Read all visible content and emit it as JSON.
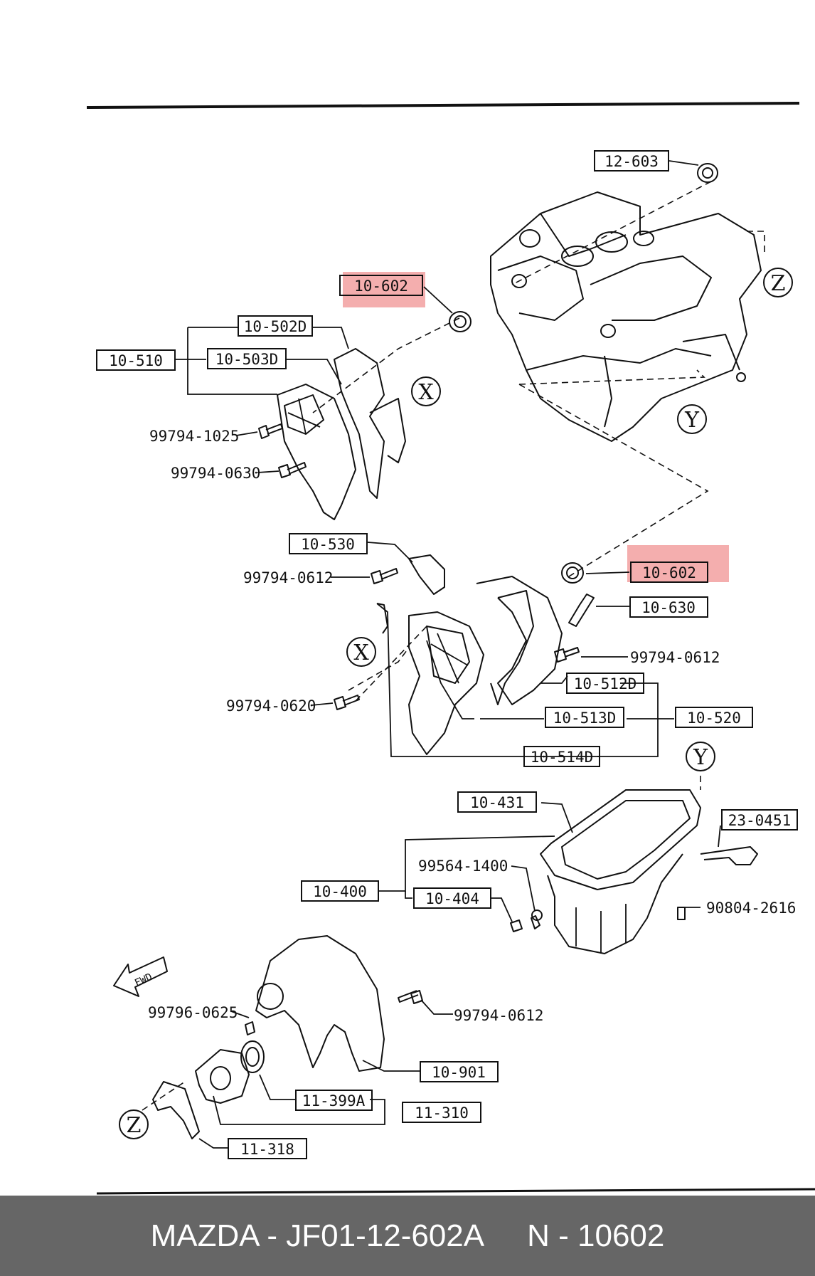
{
  "labels": {
    "p12_603": "12-603",
    "p10_602_a": "10-602",
    "p10_502d": "10-502D",
    "p10_510": "10-510",
    "p10_503d": "10-503D",
    "b99794_1025": "99794-1025",
    "b99794_0630": "99794-0630",
    "p10_530": "10-530",
    "b99794_0612_a": "99794-0612",
    "p10_602_b": "10-602",
    "p10_630": "10-630",
    "b99794_0612_b": "99794-0612",
    "p10_512d": "10-512D",
    "b99794_0620": "99794-0620",
    "p10_513d": "10-513D",
    "p10_520": "10-520",
    "p10_514d": "10-514D",
    "p10_431": "10-431",
    "p23_0451": "23-0451",
    "b99564_1400": "99564-1400",
    "p10_400": "10-400",
    "p10_404": "10-404",
    "b90804_2616": "90804-2616",
    "b99796_0625": "99796-0625",
    "b99794_0612_c": "99794-0612",
    "p10_901": "10-901",
    "p11_399a": "11-399A",
    "p11_310": "11-310",
    "p11_318": "11-318",
    "fwd": "FWD"
  },
  "refs": {
    "x": "X",
    "y": "Y",
    "z": "Z"
  },
  "footer": {
    "left": "MAZDA - JF01-12-602A",
    "right": "N - 10602"
  },
  "colors": {
    "highlight": "#f2a0a0",
    "footer_bg": "#666666",
    "footer_text": "#ffffff"
  }
}
